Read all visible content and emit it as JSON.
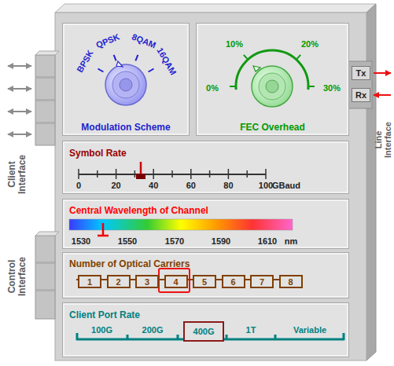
{
  "diagram": {
    "nodes": [
      {
        "text": [
          "Modulation Scheme"
        ]
      },
      {
        "text": [
          "FEC Overhead"
        ]
      },
      {
        "text": [
          "Symbol Rate"
        ]
      },
      {
        "text": [
          "Central Wavelength of Channel"
        ]
      },
      {
        "text": [
          "Number of Optical Carriers"
        ]
      },
      {
        "text": [
          "1"
        ],
        "in": 4
      },
      {
        "text": [
          "2"
        ],
        "in": 4
      },
      {
        "text": [
          "3"
        ],
        "in": 4
      },
      {
        "text": [
          "4"
        ],
        "in": 4
      },
      {
        "text": [
          "5"
        ],
        "in": 4
      },
      {
        "text": [
          "6"
        ],
        "in": 4
      },
      {
        "text": [
          "7"
        ],
        "in": 4
      },
      {
        "text": [
          "8"
        ],
        "in": 4
      },
      {
        "text": [
          "Client Port Rate"
        ]
      },
      {
        "text": [
          "400G"
        ],
        "in": 13
      },
      {
        "text": [
          "Tx"
        ]
      },
      {
        "text": [
          "Rx"
        ]
      }
    ],
    "labels": [
      "Client Interface",
      "Control Interface",
      "BPSK",
      "QPSK",
      "8QAM",
      "16QAM",
      "0%",
      "10%",
      "20%",
      "30%",
      "0",
      "20",
      "40",
      "60",
      "80",
      "100",
      "GBaud",
      "1530",
      "1550",
      "1570",
      "1590",
      "1610",
      "nm",
      "100G",
      "200G",
      "1T",
      "Variable",
      "Line Interface"
    ]
  }
}
